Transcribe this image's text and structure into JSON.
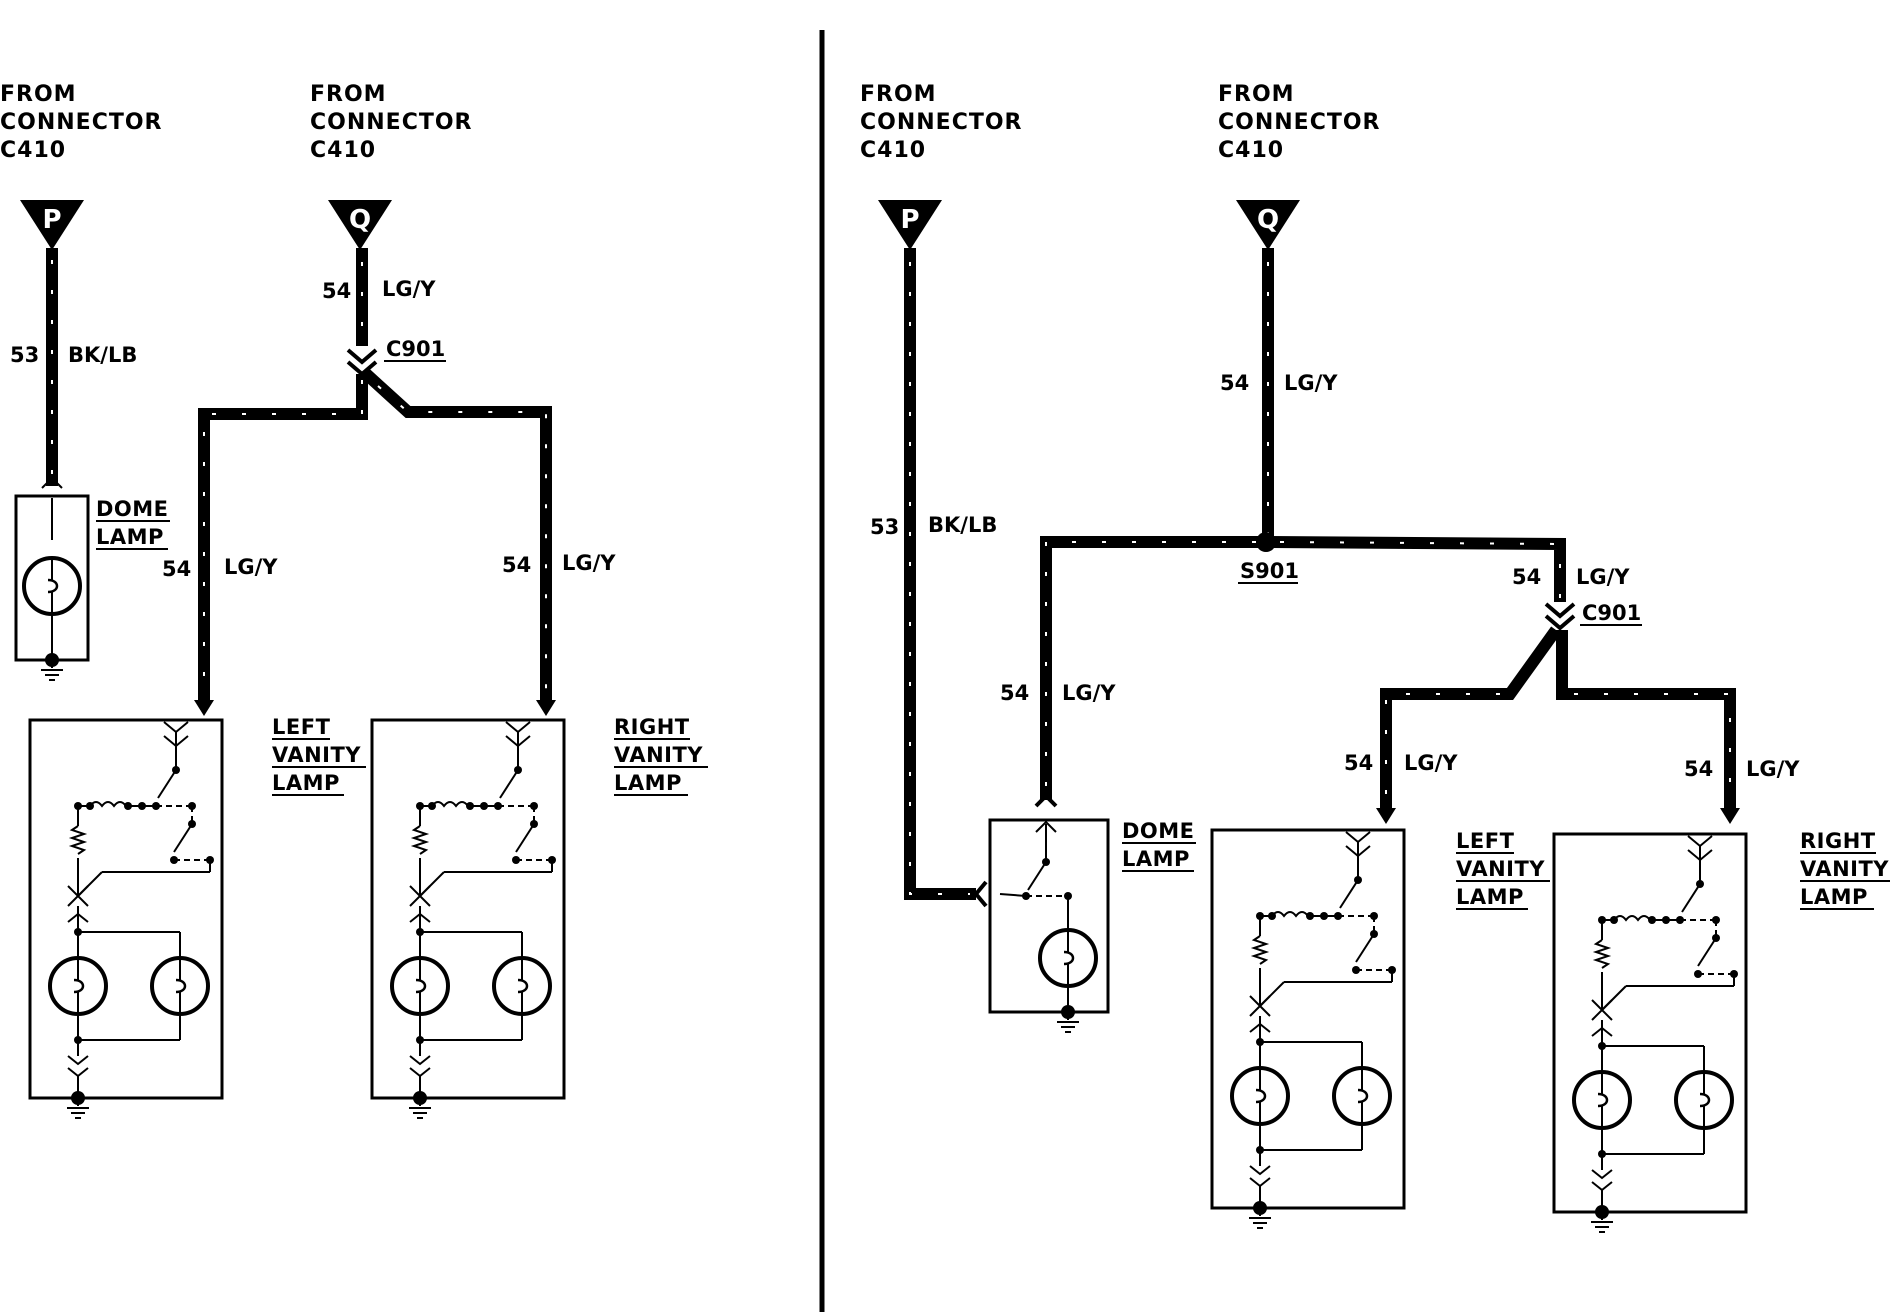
{
  "left": {
    "from_p": [
      "FROM",
      "CONNECTOR",
      "C410"
    ],
    "from_q": [
      "FROM",
      "CONNECTOR",
      "C410"
    ],
    "pin_p": "P",
    "pin_q": "Q",
    "wire_p": {
      "circuit": "53",
      "color": "BK/LB"
    },
    "wire_q_top": {
      "circuit": "54",
      "color": "LG/Y"
    },
    "connector": "C901",
    "wire_left": {
      "circuit": "54",
      "color": "LG/Y"
    },
    "wire_right": {
      "circuit": "54",
      "color": "LG/Y"
    },
    "dome_lamp": [
      "DOME",
      "LAMP"
    ],
    "left_vanity": [
      "LEFT",
      "VANITY",
      "LAMP"
    ],
    "right_vanity": [
      "RIGHT",
      "VANITY",
      "LAMP"
    ]
  },
  "right": {
    "from_p": [
      "FROM",
      "CONNECTOR",
      "C410"
    ],
    "from_q": [
      "FROM",
      "CONNECTOR",
      "C410"
    ],
    "pin_p": "P",
    "pin_q": "Q",
    "wire_p": {
      "circuit": "53",
      "color": "BK/LB"
    },
    "wire_q_top": {
      "circuit": "54",
      "color": "LG/Y"
    },
    "splice": "S901",
    "wire_dome": {
      "circuit": "54",
      "color": "LG/Y"
    },
    "wire_c901": {
      "circuit": "54",
      "color": "LG/Y"
    },
    "connector": "C901",
    "wire_left": {
      "circuit": "54",
      "color": "LG/Y"
    },
    "wire_right": {
      "circuit": "54",
      "color": "LG/Y"
    },
    "dome_lamp": [
      "DOME",
      "LAMP"
    ],
    "left_vanity": [
      "LEFT",
      "VANITY",
      "LAMP"
    ],
    "right_vanity": [
      "RIGHT",
      "VANITY",
      "LAMP"
    ]
  }
}
